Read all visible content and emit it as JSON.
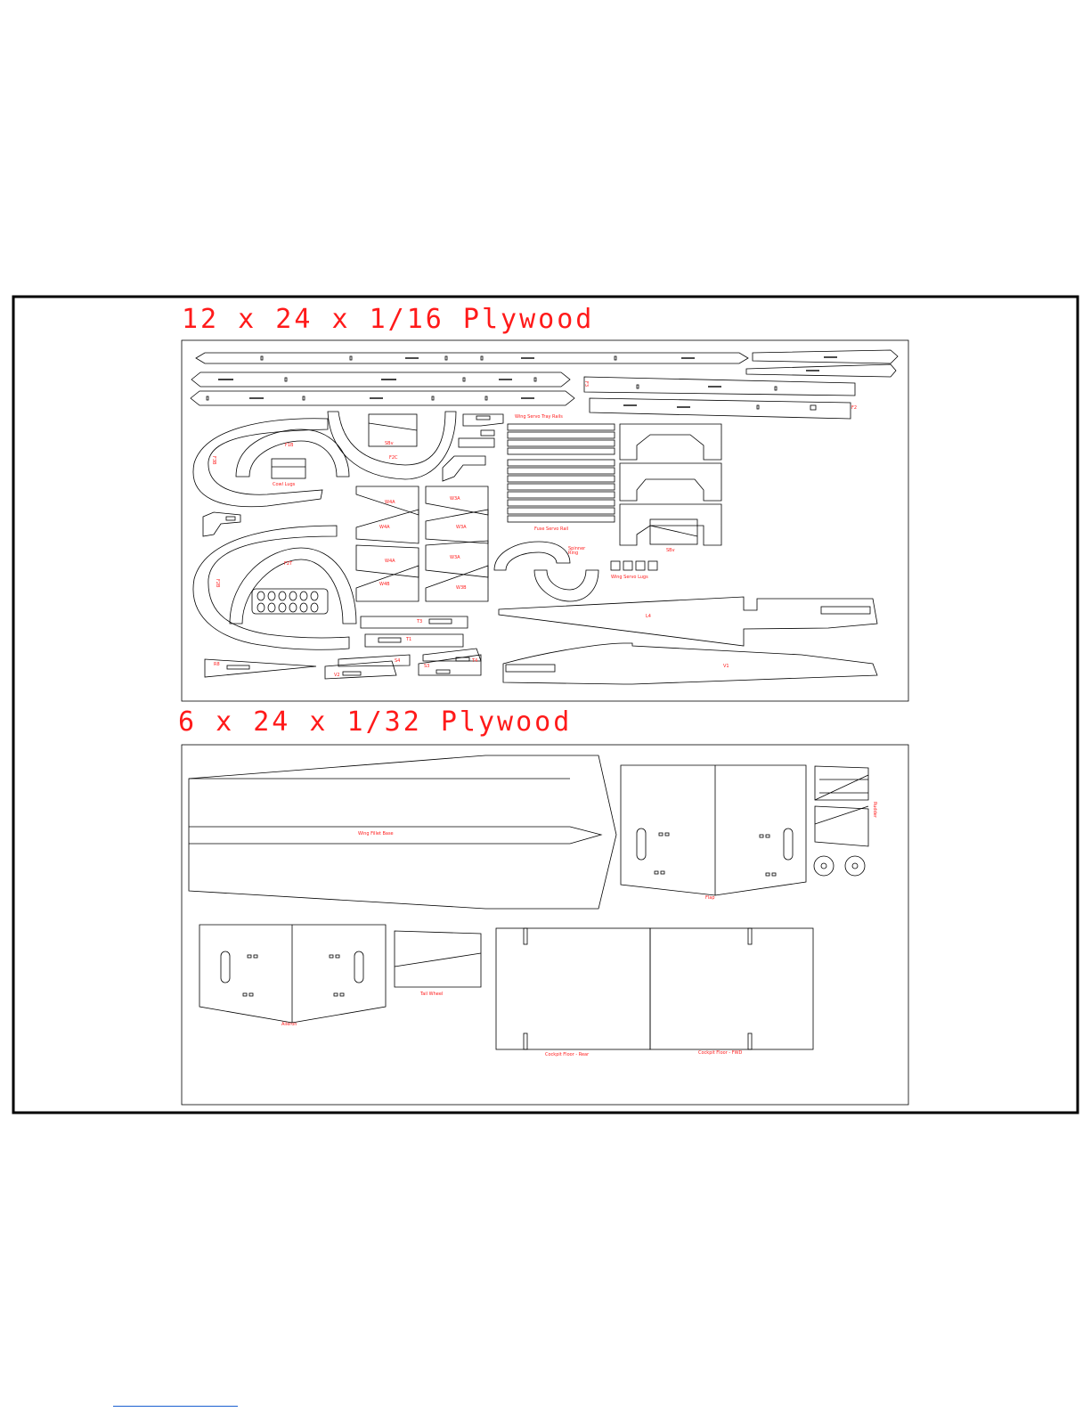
{
  "colors": {
    "label": "#ff1a1a",
    "line": "#000000",
    "link": "#1a5fd0"
  },
  "sheets": [
    {
      "heading": "12 x 24 x 1/16 Plywood"
    },
    {
      "heading": "6 x 24 x 1/32 Plywood"
    }
  ],
  "labels": {
    "f3": "F3",
    "f2": "F2",
    "f3b": "F3B",
    "f2b": "F2B",
    "f2t": "F2T",
    "f1b": "F1B",
    "eng_lugs": "Cowl Lugs",
    "sbv": "SBv",
    "f2c": "F2C",
    "wing_servo_tray_rails": "Wing Servo Tray Rails",
    "fuse_servo_rail": "Fuse Servo Rail",
    "sbv2": "SBv",
    "spinner_ring": "Spinner Ring",
    "wing_servo_lugs": "Wing Servo Lugs",
    "w4a": "W4A",
    "w3a": "W3A",
    "w4a2": "W4A",
    "w3a2": "W3A",
    "w4a3": "W4A",
    "w3a3": "W3A",
    "w4b": "W4B",
    "w3b": "W3B",
    "t3": "T3",
    "t1": "T1",
    "r8": "R8",
    "v2": "V2",
    "v1": "V1",
    "s4": "S4",
    "s3": "S3",
    "t4": "T4",
    "l4": "L4",
    "wing_fillet": "Wing Fillet Base",
    "flap": "Flap",
    "rudder": "Rudder",
    "aileron": "Aileron",
    "tail_wheel": "Tail Wheel",
    "cockpit_rear": "Cockpit Floor - Rear",
    "cockpit_fwd": "Cockpit Floor - FWD"
  }
}
